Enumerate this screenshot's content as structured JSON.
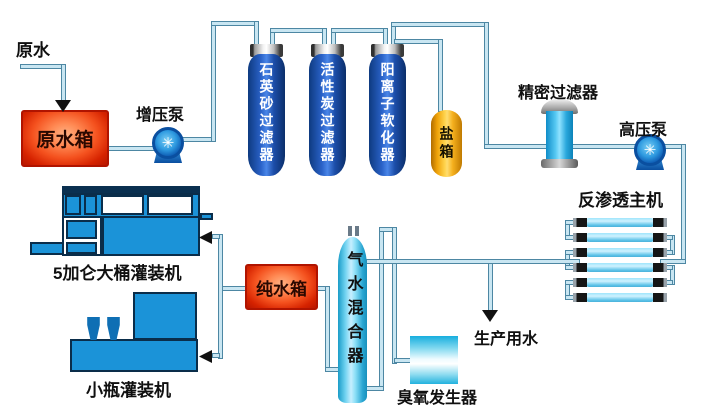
{
  "labels": {
    "raw_water": "原水",
    "raw_water_tank": "原水箱",
    "booster_pump": "增压泵",
    "quartz_sand_filter": "石英砂过滤器",
    "activated_carbon_filter": "活性炭过滤器",
    "cation_softener": "阳离子软化器",
    "salt_tank": "盐箱",
    "precision_filter": "精密过滤器",
    "high_pressure_pump": "高压泵",
    "ro_unit": "反渗透主机",
    "production_water": "生产用水",
    "pure_water_tank": "纯水箱",
    "gas_water_mixer": "气水混合器",
    "ozone_generator": "臭氧发生器",
    "gallon_filling_machine": "5加仑大桶灌装机",
    "bottle_filling_machine": "小瓶灌装机"
  },
  "icons": {
    "pump_impeller": "✳"
  },
  "colors": {
    "pipe_fill": "#c9e6f2",
    "pipe_stroke": "#4d87a3",
    "tank_blue": "#1c4da8",
    "red_tank": "#d62300",
    "salt_yellow": "#ffd44e",
    "machine_blue": "#1b93d8",
    "arrow_black": "#111111"
  }
}
